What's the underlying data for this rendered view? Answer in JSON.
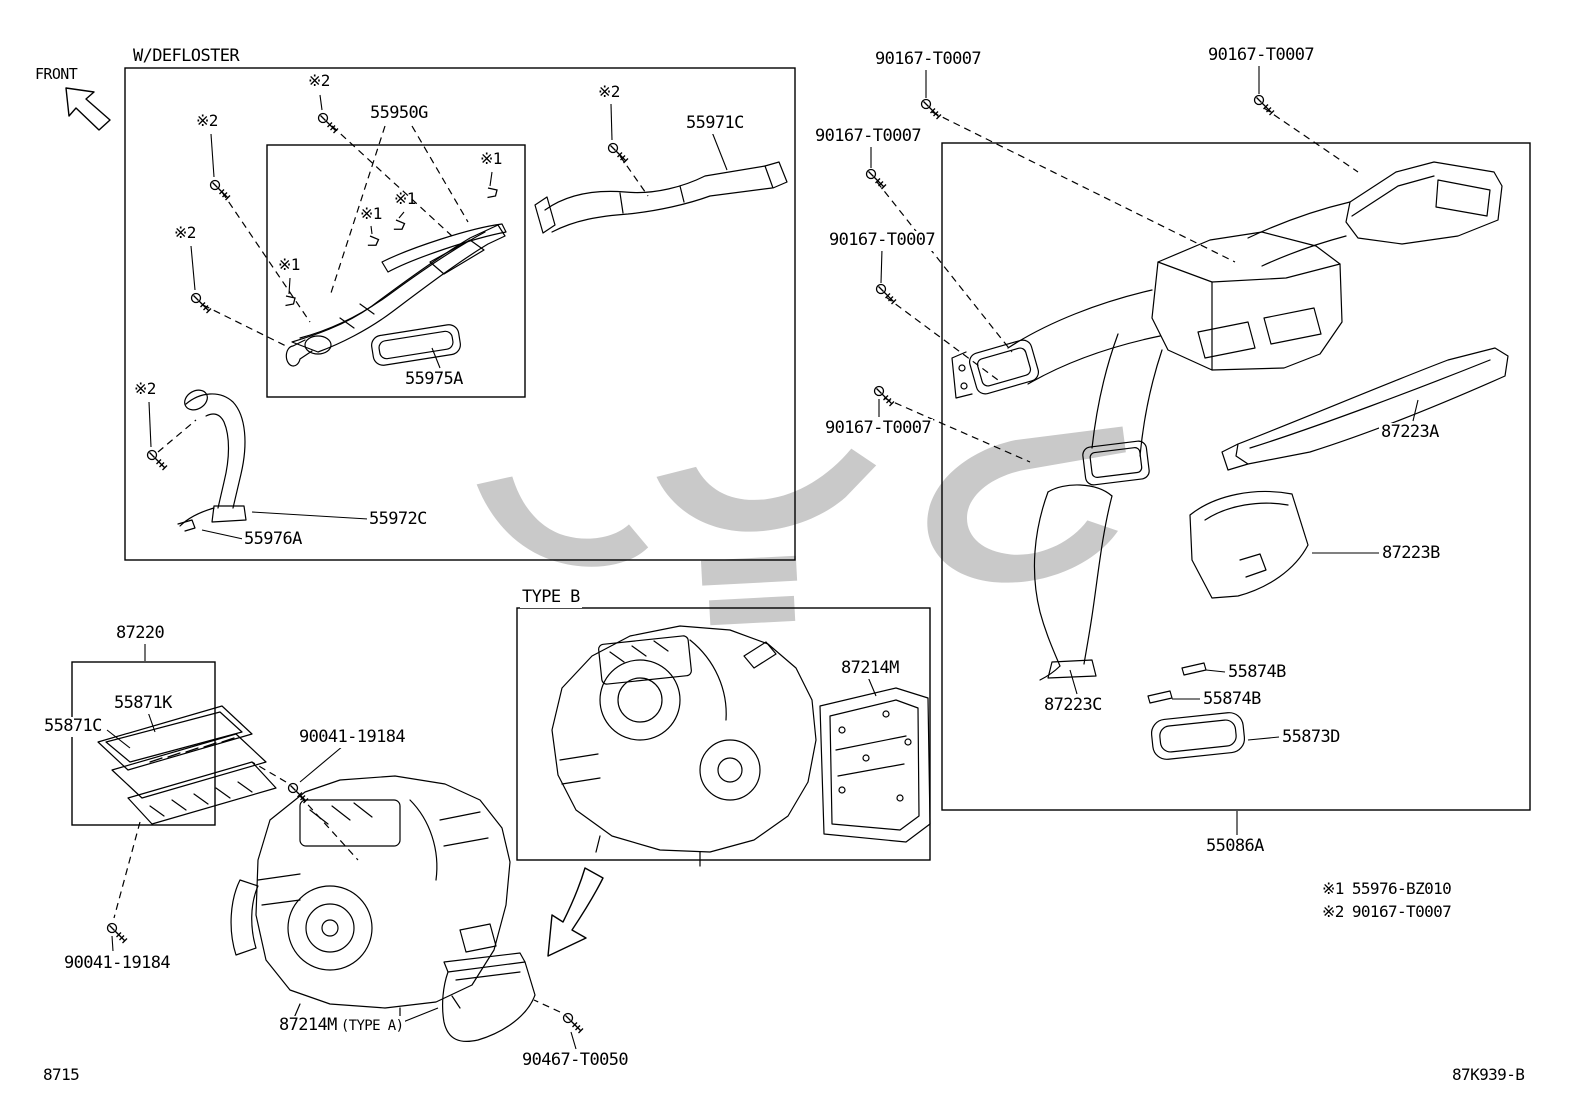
{
  "page": {
    "front_label": "FRONT",
    "page_code": "8715",
    "drawing_code": "87K939-B"
  },
  "markers": {
    "m1": "※1",
    "m2": "※2"
  },
  "defroster": {
    "title": "W/DEFLOSTER",
    "p_55950G": "55950G",
    "p_55971C": "55971C",
    "p_55975A": "55975A",
    "p_55972C": "55972C",
    "p_55976A": "55976A"
  },
  "vent_box": {
    "screw": "90167-T0007",
    "p_87223A": "87223A",
    "p_87223B": "87223B",
    "p_87223C": "87223C",
    "p_55874B": "55874B",
    "p_55873D": "55873D",
    "p_55086A": "55086A"
  },
  "filter_area": {
    "p_87220": "87220",
    "p_55871K": "55871K",
    "p_55871C": "55871C",
    "screw": "90041-19184"
  },
  "heater_area": {
    "type_b_title": "TYPE B",
    "p_87214M": "87214M",
    "type_a_suffix": "(TYPE A)",
    "screw": "90467-T0050"
  },
  "legend": {
    "item1": {
      "symbol": "※1",
      "part": "55976-BZ010"
    },
    "item2": {
      "symbol": "※2",
      "part": "90167-T0007"
    }
  },
  "colors": {
    "line": "#000000",
    "watermark": "#c9c9c9"
  }
}
